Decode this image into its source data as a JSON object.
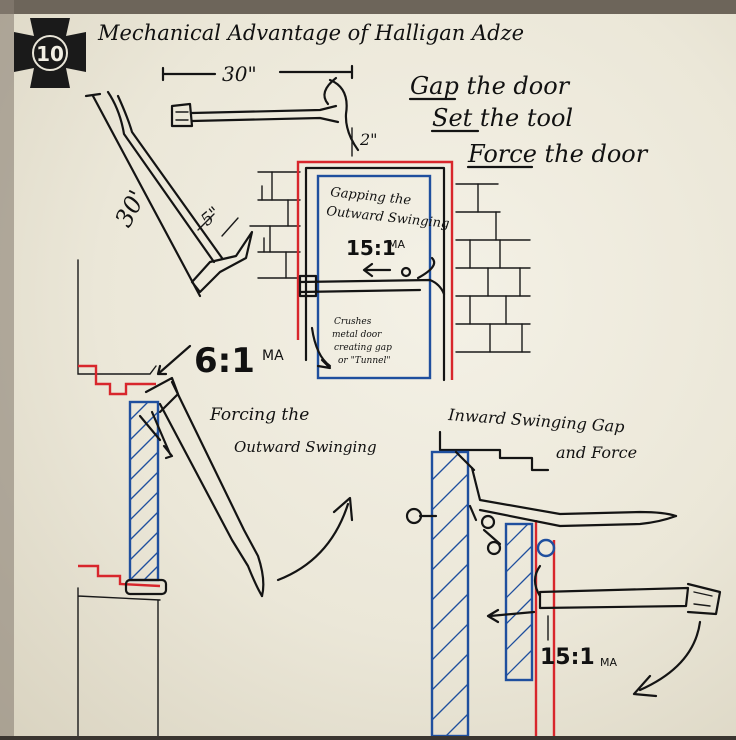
{
  "title": "Mechanical Advantage of Halligan Adze",
  "badge": {
    "number": "10"
  },
  "steps": [
    "Gap the door",
    "Set the tool",
    "Force the door"
  ],
  "dimensions": {
    "tool_length": "30\"",
    "adze_width": "2\"",
    "bar_length": "30'",
    "adze_length": "5\""
  },
  "gapping": {
    "label_line1": "Gapping the",
    "label_line2": "Outward Swinging",
    "ratio": "15:1",
    "unit": "MA",
    "note_lines": [
      "Crushes",
      "metal door",
      "creating gap",
      "or \"Tunnel\""
    ]
  },
  "forcing": {
    "ratio": "6:1",
    "unit": "MA",
    "label_line1": "Forcing the",
    "label_line2": "Outward Swinging"
  },
  "inward": {
    "label_line1": "Inward Swinging Gap",
    "label_line2": "and Force",
    "ratio": "15:1",
    "unit": "MA"
  },
  "colors": {
    "ink": "#141414",
    "red": "#d8262c",
    "blue": "#1f4f9e",
    "board": "#f0ecdf"
  }
}
